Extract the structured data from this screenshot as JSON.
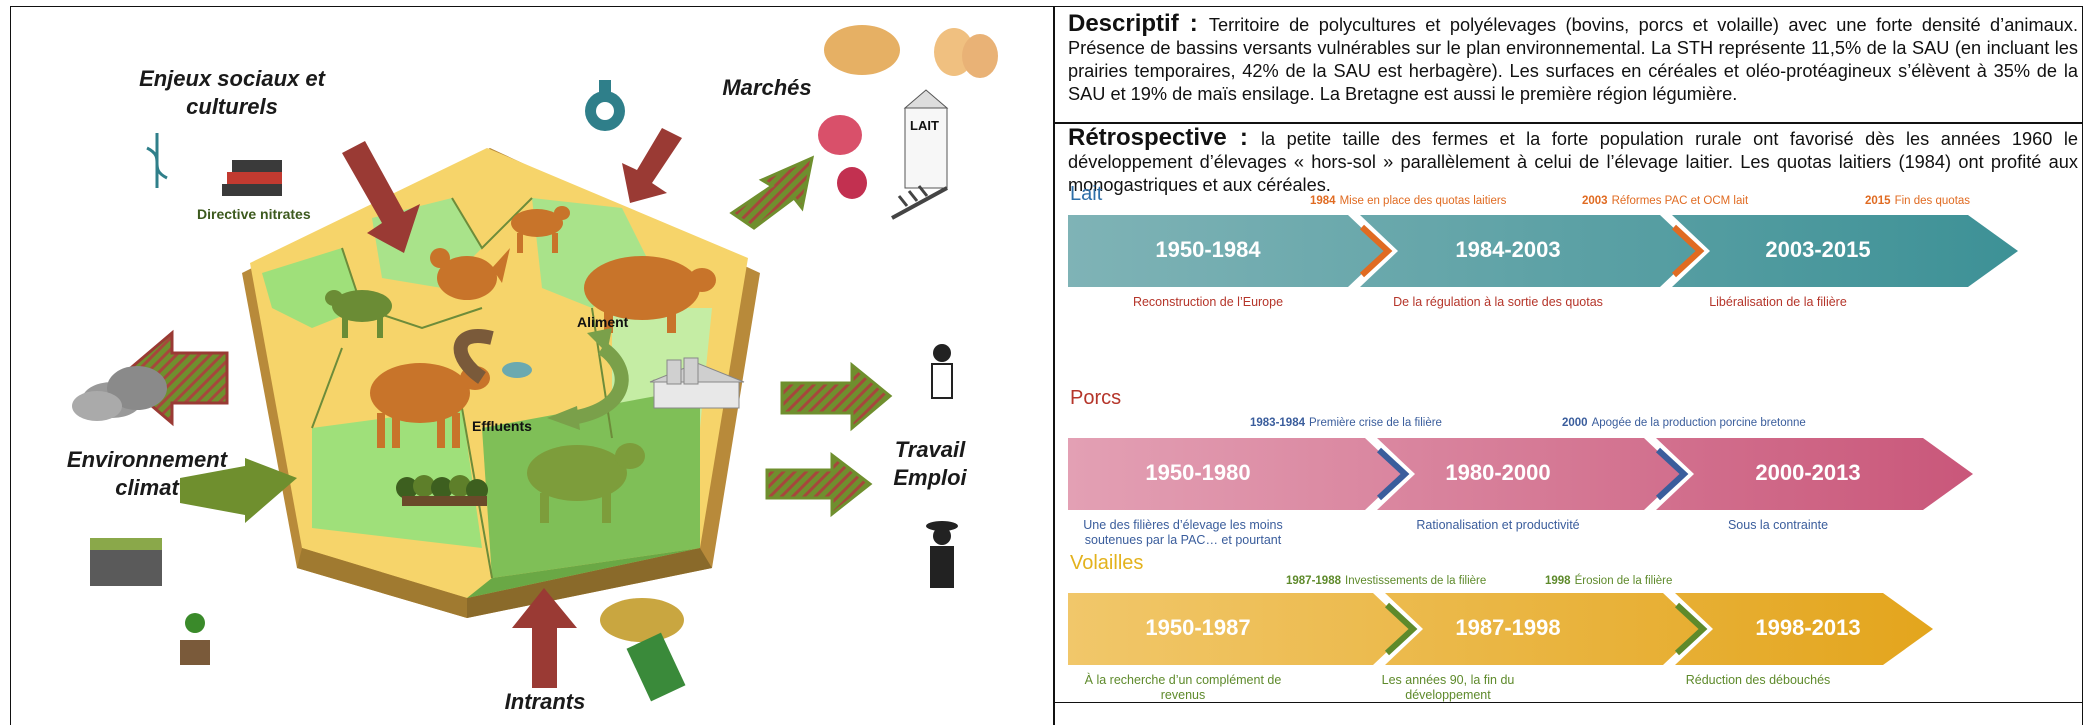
{
  "diagram": {
    "labels": {
      "enjeux": "Enjeux sociaux et culturels",
      "marches": "Marchés",
      "environnement": "Environnement climat",
      "travail": "Travail Emploi",
      "intrants": "Intrants",
      "directive": "Directive nitrates",
      "aliment": "Aliment",
      "effluents": "Effluents",
      "lait_box": "LAIT"
    }
  },
  "descriptif": {
    "title": "Descriptif :",
    "line1": "Territoire de polycultures et polyélevages (bovins, porcs et volaille) avec une forte densité d’animaux.",
    "line2": "Présence de bassins versants vulnérables sur le plan environnemental. La STH représente 11,5% de la SAU (en",
    "line3": "incluant les prairies temporaires, 42% de la SAU est herbagère). Les surfaces en céréales et oléo-protéagineux",
    "line4": "s’élèvent à 35% de la SAU et 19% de maïs ensilage. La Bretagne est aussi le première région légumière."
  },
  "retrospective": {
    "title": "Rétrospective :",
    "line1": "la petite taille des fermes et la forte population rurale ont favorisé dès les années 1960 le",
    "line2": "développement d’élevages « hors-sol » parallèlement à celui de l’élevage laitier. Les quotas laitiers (1984) ont profité",
    "line3": "aux monogastriques et aux céréales."
  },
  "timelines": {
    "lait": {
      "name": "Lait",
      "events": [
        {
          "year": "1984",
          "text": "Mise en place des quotas laitiers"
        },
        {
          "year": "2003",
          "text": "Réformes PAC et OCM lait"
        },
        {
          "year": "2015",
          "text": "Fin des quotas"
        }
      ],
      "periods": [
        "1950-1984",
        "1984-2003",
        "2003-2015"
      ],
      "captions": [
        "Reconstruction de l’Europe",
        "De la régulation à la sortie des quotas",
        "Libéralisation de la filière"
      ],
      "colors": {
        "main": "#3d9196",
        "light": "#7fb3b6",
        "event": "#e06b22",
        "caption": "#b5352a"
      }
    },
    "porcs": {
      "name": "Porcs",
      "events": [
        {
          "year": "1983-1984",
          "text": "Première crise de la filière"
        },
        {
          "year": "2000",
          "text": "Apogée de la production porcine bretonne"
        }
      ],
      "periods": [
        "1950-1980",
        "1980-2000",
        "2000-2013"
      ],
      "captions": [
        "Une des filières d’élevage les moins soutenues par la PAC… et pourtant",
        "Rationalisation et productivité",
        "Sous la contrainte"
      ],
      "colors": {
        "main": "#c9577a",
        "light": "#e3a0b4",
        "event": "#3a5d9c",
        "caption": "#3a5d9c"
      }
    },
    "volailles": {
      "name": "Volailles",
      "events": [
        {
          "year": "1987-1988",
          "text": "Investissements de la filière"
        },
        {
          "year": "1998",
          "text": "Érosion de la filière"
        }
      ],
      "periods": [
        "1950-1987",
        "1987-1998",
        "1998-2013"
      ],
      "captions": [
        "À la recherche d’un complément de revenus",
        "Les années 90, la fin du développement",
        "Réduction des débouchés"
      ],
      "colors": {
        "main": "#e3a51d",
        "light": "#f1c76a",
        "event": "#5e8a2b",
        "caption": "#5e8a2b"
      }
    }
  }
}
